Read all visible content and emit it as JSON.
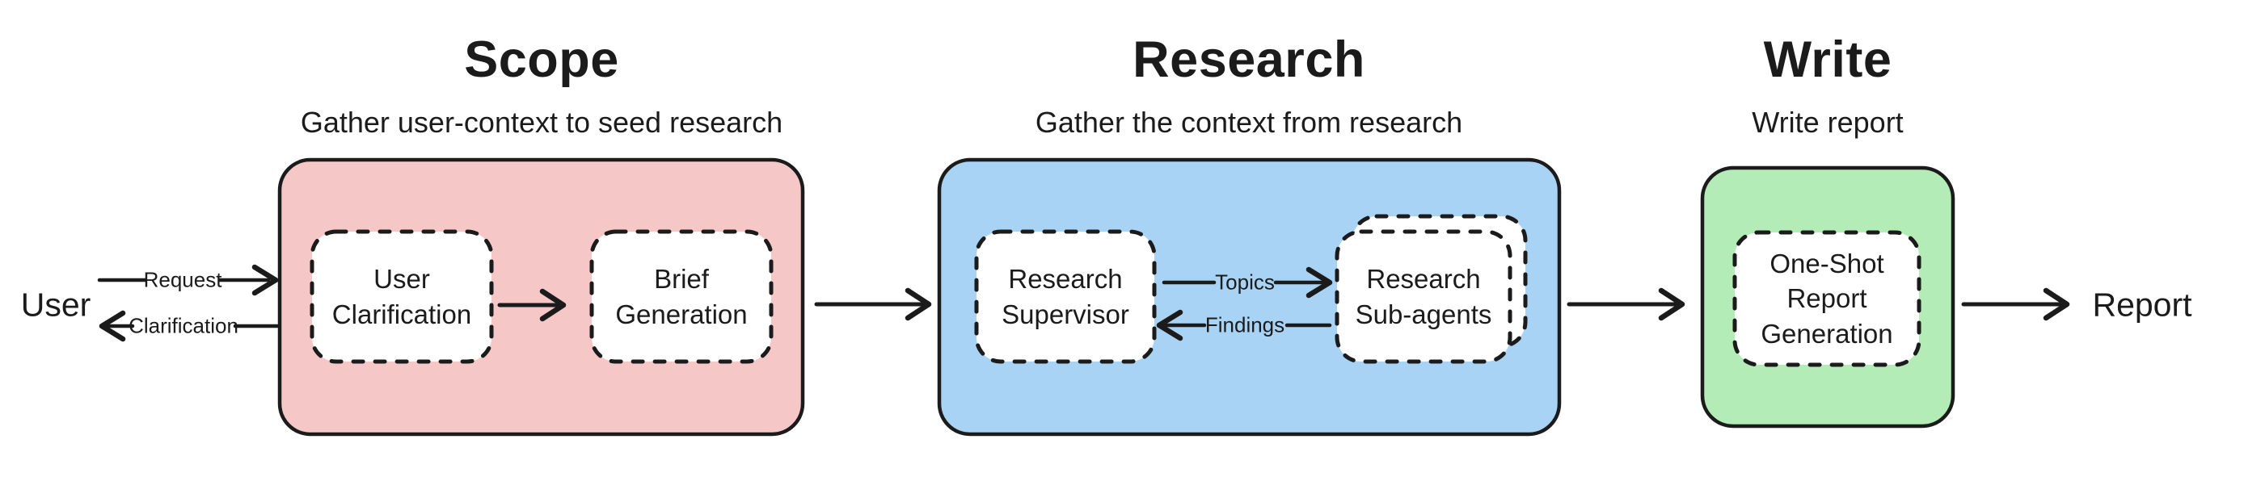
{
  "sections": {
    "scope": {
      "title": "Scope",
      "subtitle": "Gather user-context to seed research",
      "nodes": {
        "user_clarification": {
          "label": "User Clarification"
        },
        "brief_generation": {
          "label": "Brief Generation"
        }
      }
    },
    "research": {
      "title": "Research",
      "subtitle": "Gather the context from research",
      "nodes": {
        "research_supervisor": {
          "label": "Research Supervisor"
        },
        "research_sub_agents": {
          "label": "Research Sub-agents"
        }
      }
    },
    "write": {
      "title": "Write",
      "subtitle": "Write report",
      "nodes": {
        "one_shot_report_generation": {
          "label": "One-Shot Report Generation"
        }
      }
    }
  },
  "endpoints": {
    "user": "User",
    "report": "Report"
  },
  "edge_labels": {
    "request": "Request",
    "clarification": "Clarification",
    "topics": "Topics",
    "findings": "Findings"
  },
  "colors": {
    "stroke": "#1b1b1b",
    "scope_fill": "#f6c7c7",
    "research_fill": "#a8d3f4",
    "write_fill": "#b4ecb7",
    "node_fill": "#ffffff"
  }
}
